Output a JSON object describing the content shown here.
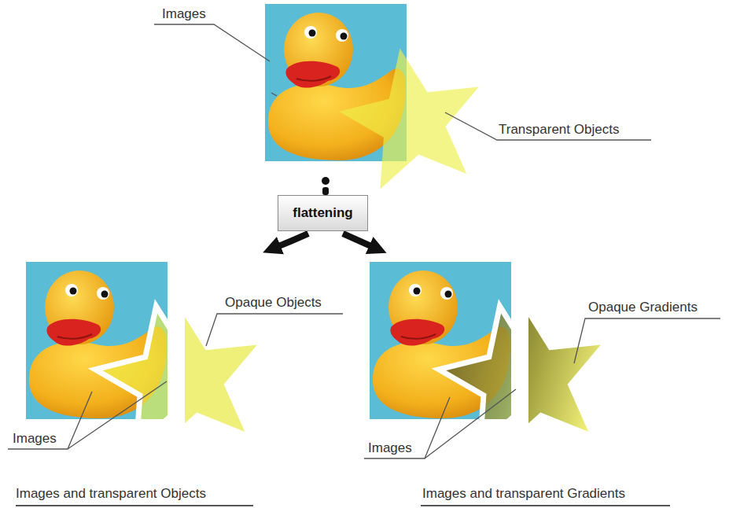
{
  "diagram": {
    "nodes": [
      {
        "text": [
          "flattening"
        ]
      }
    ],
    "labels": [
      "Images",
      "Transparent Objects",
      "Opaque Objects",
      "Images",
      "Images and transparent Objects",
      "Opaque Gradients",
      "Images",
      "Images and transparent Gradients"
    ]
  }
}
